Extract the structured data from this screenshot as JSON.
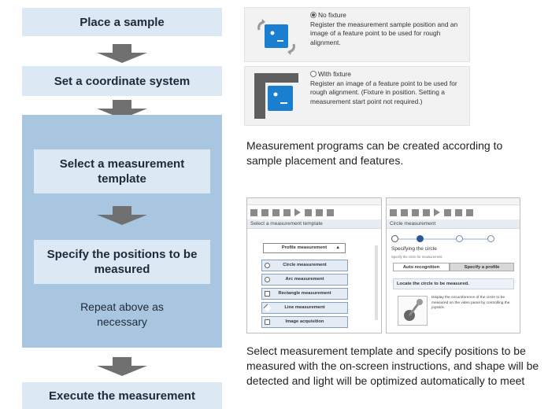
{
  "workflow": {
    "step1": "Place a sample",
    "step2": "Set a coordinate system",
    "step3": "Select a measurement template",
    "step4": "Specify the positions to be measured",
    "repeat": "Repeat above as necessary",
    "step5": "Execute the measurement"
  },
  "fixtures": {
    "no_fixture": {
      "label": "No fixture",
      "description": "Register the measurement sample position and an image of a feature point to be used for rough alignment."
    },
    "with_fixture": {
      "label": "With fixture",
      "description": "Register an image of a feature point to be used for rough alignment. (Fixture in position. Setting a measurement start point not required.)"
    }
  },
  "captions": {
    "programs": "Measurement programs can be created according to sample placement and features.",
    "template": "Select measurement template and specify positions to be measured with the on-screen instructions, and shape will be detected and light will be optimized automatically to meet"
  },
  "screen1": {
    "header": "Select a measurement template",
    "dropdown": "Profile measurement",
    "items": [
      "Circle measurement",
      "Arc measurement",
      "Rectangle measurement",
      "Line measurement",
      "Image acquisition"
    ]
  },
  "screen2": {
    "header": "Circle measurement",
    "sub_title": "Specifying the circle",
    "sub_note": "Specify the circle for measurement.",
    "tab_auto": "Auto recognition",
    "tab_profile": "Specify a profile",
    "instruction": "Locate the circle to be measured.",
    "help": "Display the circumference of the circle to be measured on the video panel by controlling the joystick."
  },
  "colors": {
    "step_box": "#dce8f3",
    "loop_panel": "#a9c6e1",
    "arrow": "#707070",
    "screen_blue": "#2b5797"
  }
}
